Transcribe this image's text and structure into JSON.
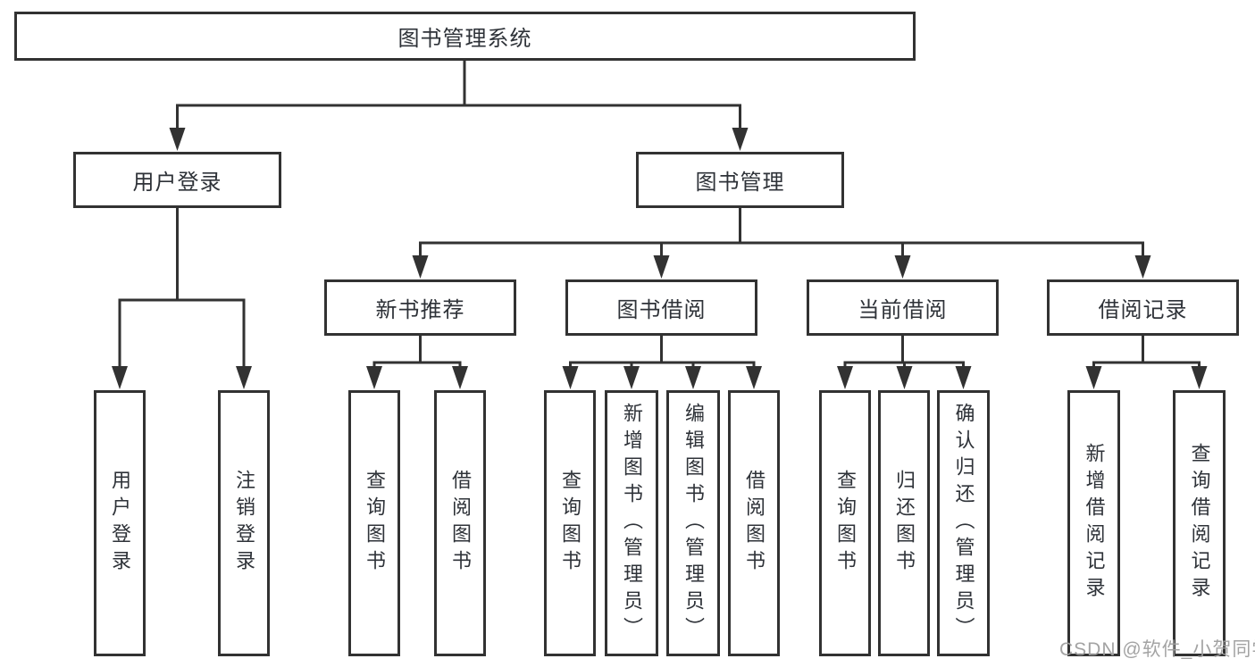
{
  "diagram": {
    "root": {
      "label": "图书管理系统"
    },
    "level2": {
      "user_login": {
        "label": "用户登录"
      },
      "book_mgmt": {
        "label": "图书管理"
      }
    },
    "level3": {
      "new_books": {
        "label": "新书推荐"
      },
      "borrowing": {
        "label": "图书借阅"
      },
      "current": {
        "label": "当前借阅"
      },
      "records": {
        "label": "借阅记录"
      }
    },
    "leaves": {
      "user_login": [
        "用户登录",
        "注销登录"
      ],
      "new_books": [
        "查询图书",
        "借阅图书"
      ],
      "borrowing": [
        "查询图书",
        "新增图书（管理员）",
        "编辑图书（管理员）",
        "借阅图书"
      ],
      "current": [
        "查询图书",
        "归还图书",
        "确认归还（管理员）"
      ],
      "records": [
        "新增借阅记录",
        "查询借阅记录"
      ]
    },
    "colors": {
      "line": "#323232",
      "text": "#2e3238",
      "box_background": "#ffffff",
      "watermark": "#9e9e9e"
    },
    "watermark": "CSDN @软件_小贺同学"
  }
}
